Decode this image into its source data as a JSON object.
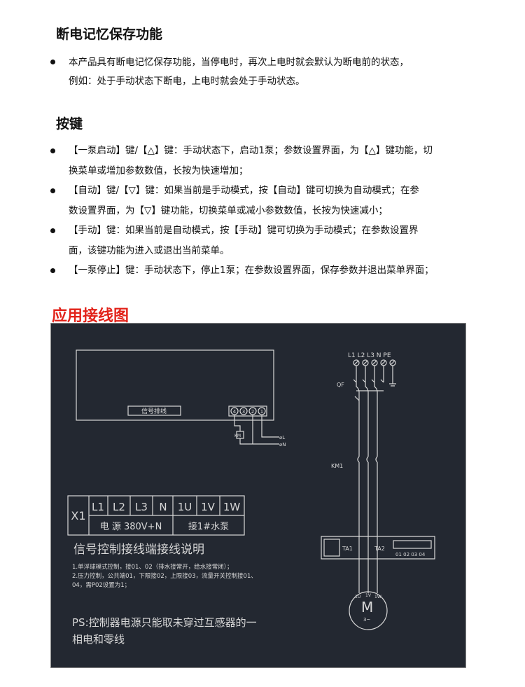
{
  "section1": {
    "title": "断电记忆保存功能",
    "line1": "本产品具有断电记忆保存功能，当停电时，再次上电时就会默认为断电前的状态，",
    "line2": "例如：处于手动状态下断电，上电时就会处于手动状态。"
  },
  "section2": {
    "title": "按键",
    "items": [
      {
        "l1": "【一泵启动】键/【△】键：手动状态下，启动1泵；参数设置界面，为【△】键功能，切",
        "l2": "换菜单或增加参数数值，长按为快速增加；"
      },
      {
        "l1": "【自动】键/【▽】键：如果当前是手动模式，按【自动】键可切换为自动模式；在参",
        "l2": "数设置界面，为【▽】键功能，切换菜单或减小参数数值，长按为快速减小；"
      },
      {
        "l1": "【手动】键：如果当前是自动模式，按【手动】键可切换为手动模式；在参数设置界",
        "l2": "面，该键功能为进入或退出当前菜单。"
      },
      {
        "l1": "【一泵停止】键：手动状态下，停止1泵；在参数设置界面，保存参数并退出菜单界面；",
        "l2": ""
      }
    ]
  },
  "section3": {
    "title": "应用接线图"
  },
  "diagram": {
    "signal_cable": "信号排线",
    "terminals": [
      "4",
      "3",
      "2",
      "1"
    ],
    "km_label": "KM",
    "phi_l": "⌀L",
    "phi_n": "⌀N",
    "x1_label": "X1",
    "x1_cells": [
      "L1",
      "L2",
      "L3",
      "N",
      "1U",
      "1V",
      "1W"
    ],
    "power_label": "电 源 380V+N",
    "pump_label": "接1#水泵",
    "signal_title": "信号控制接线端接线说明",
    "notes": [
      "1.单浮球模式控制，接01、02（排水接常开，给水接常闭）；",
      "2.压力控制，公共端01，下限接02，上限接03，流量开关控制接01、",
      "04，需P02设置为1；"
    ],
    "ps_line1": "PS:控制器电源只能取未穿过互感器的一",
    "ps_line2": "相电和零线",
    "bus_labels": "L1 L2 L3 N PE",
    "qf_label": "QF",
    "km1_label": "KM1",
    "ta1_label": "TA1",
    "ta2_label": "TA2",
    "ct_terminals": "01 02 03 04",
    "motor_label": "M",
    "motor_sub": "3~",
    "motor_phases": [
      "1U",
      "1V",
      "1W"
    ]
  }
}
